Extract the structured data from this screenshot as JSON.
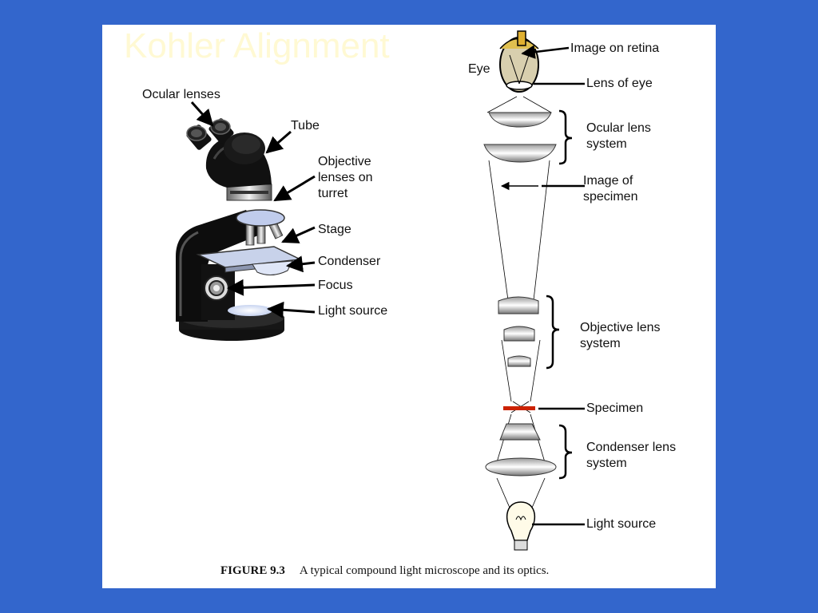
{
  "slide": {
    "title": "Kohler Alignment",
    "colors": {
      "background": "#3366cc",
      "panel": "#ffffff",
      "title": "#fff8cc",
      "specimen": "#cc2200"
    }
  },
  "microscope": {
    "labels": {
      "ocular_lenses": "Ocular lenses",
      "tube": "Tube",
      "objective_line1": "Objective",
      "objective_line2": "lenses on",
      "objective_line3": "turret",
      "stage": "Stage",
      "condenser": "Condenser",
      "focus": "Focus",
      "light_source": "Light source"
    }
  },
  "optics": {
    "labels": {
      "eye": "Eye",
      "image_on_retina": "Image on retina",
      "lens_of_eye": "Lens of eye",
      "ocular_line1": "Ocular lens",
      "ocular_line2": "system",
      "image_line1": "Image of",
      "image_line2": "specimen",
      "objective_line1": "Objective lens",
      "objective_line2": "system",
      "specimen": "Specimen",
      "condenser_line1": "Condenser lens",
      "condenser_line2": "system",
      "light_source": "Light source"
    }
  },
  "caption": {
    "figure": "FIGURE 9.3",
    "text": "A typical compound light microscope and its optics."
  }
}
